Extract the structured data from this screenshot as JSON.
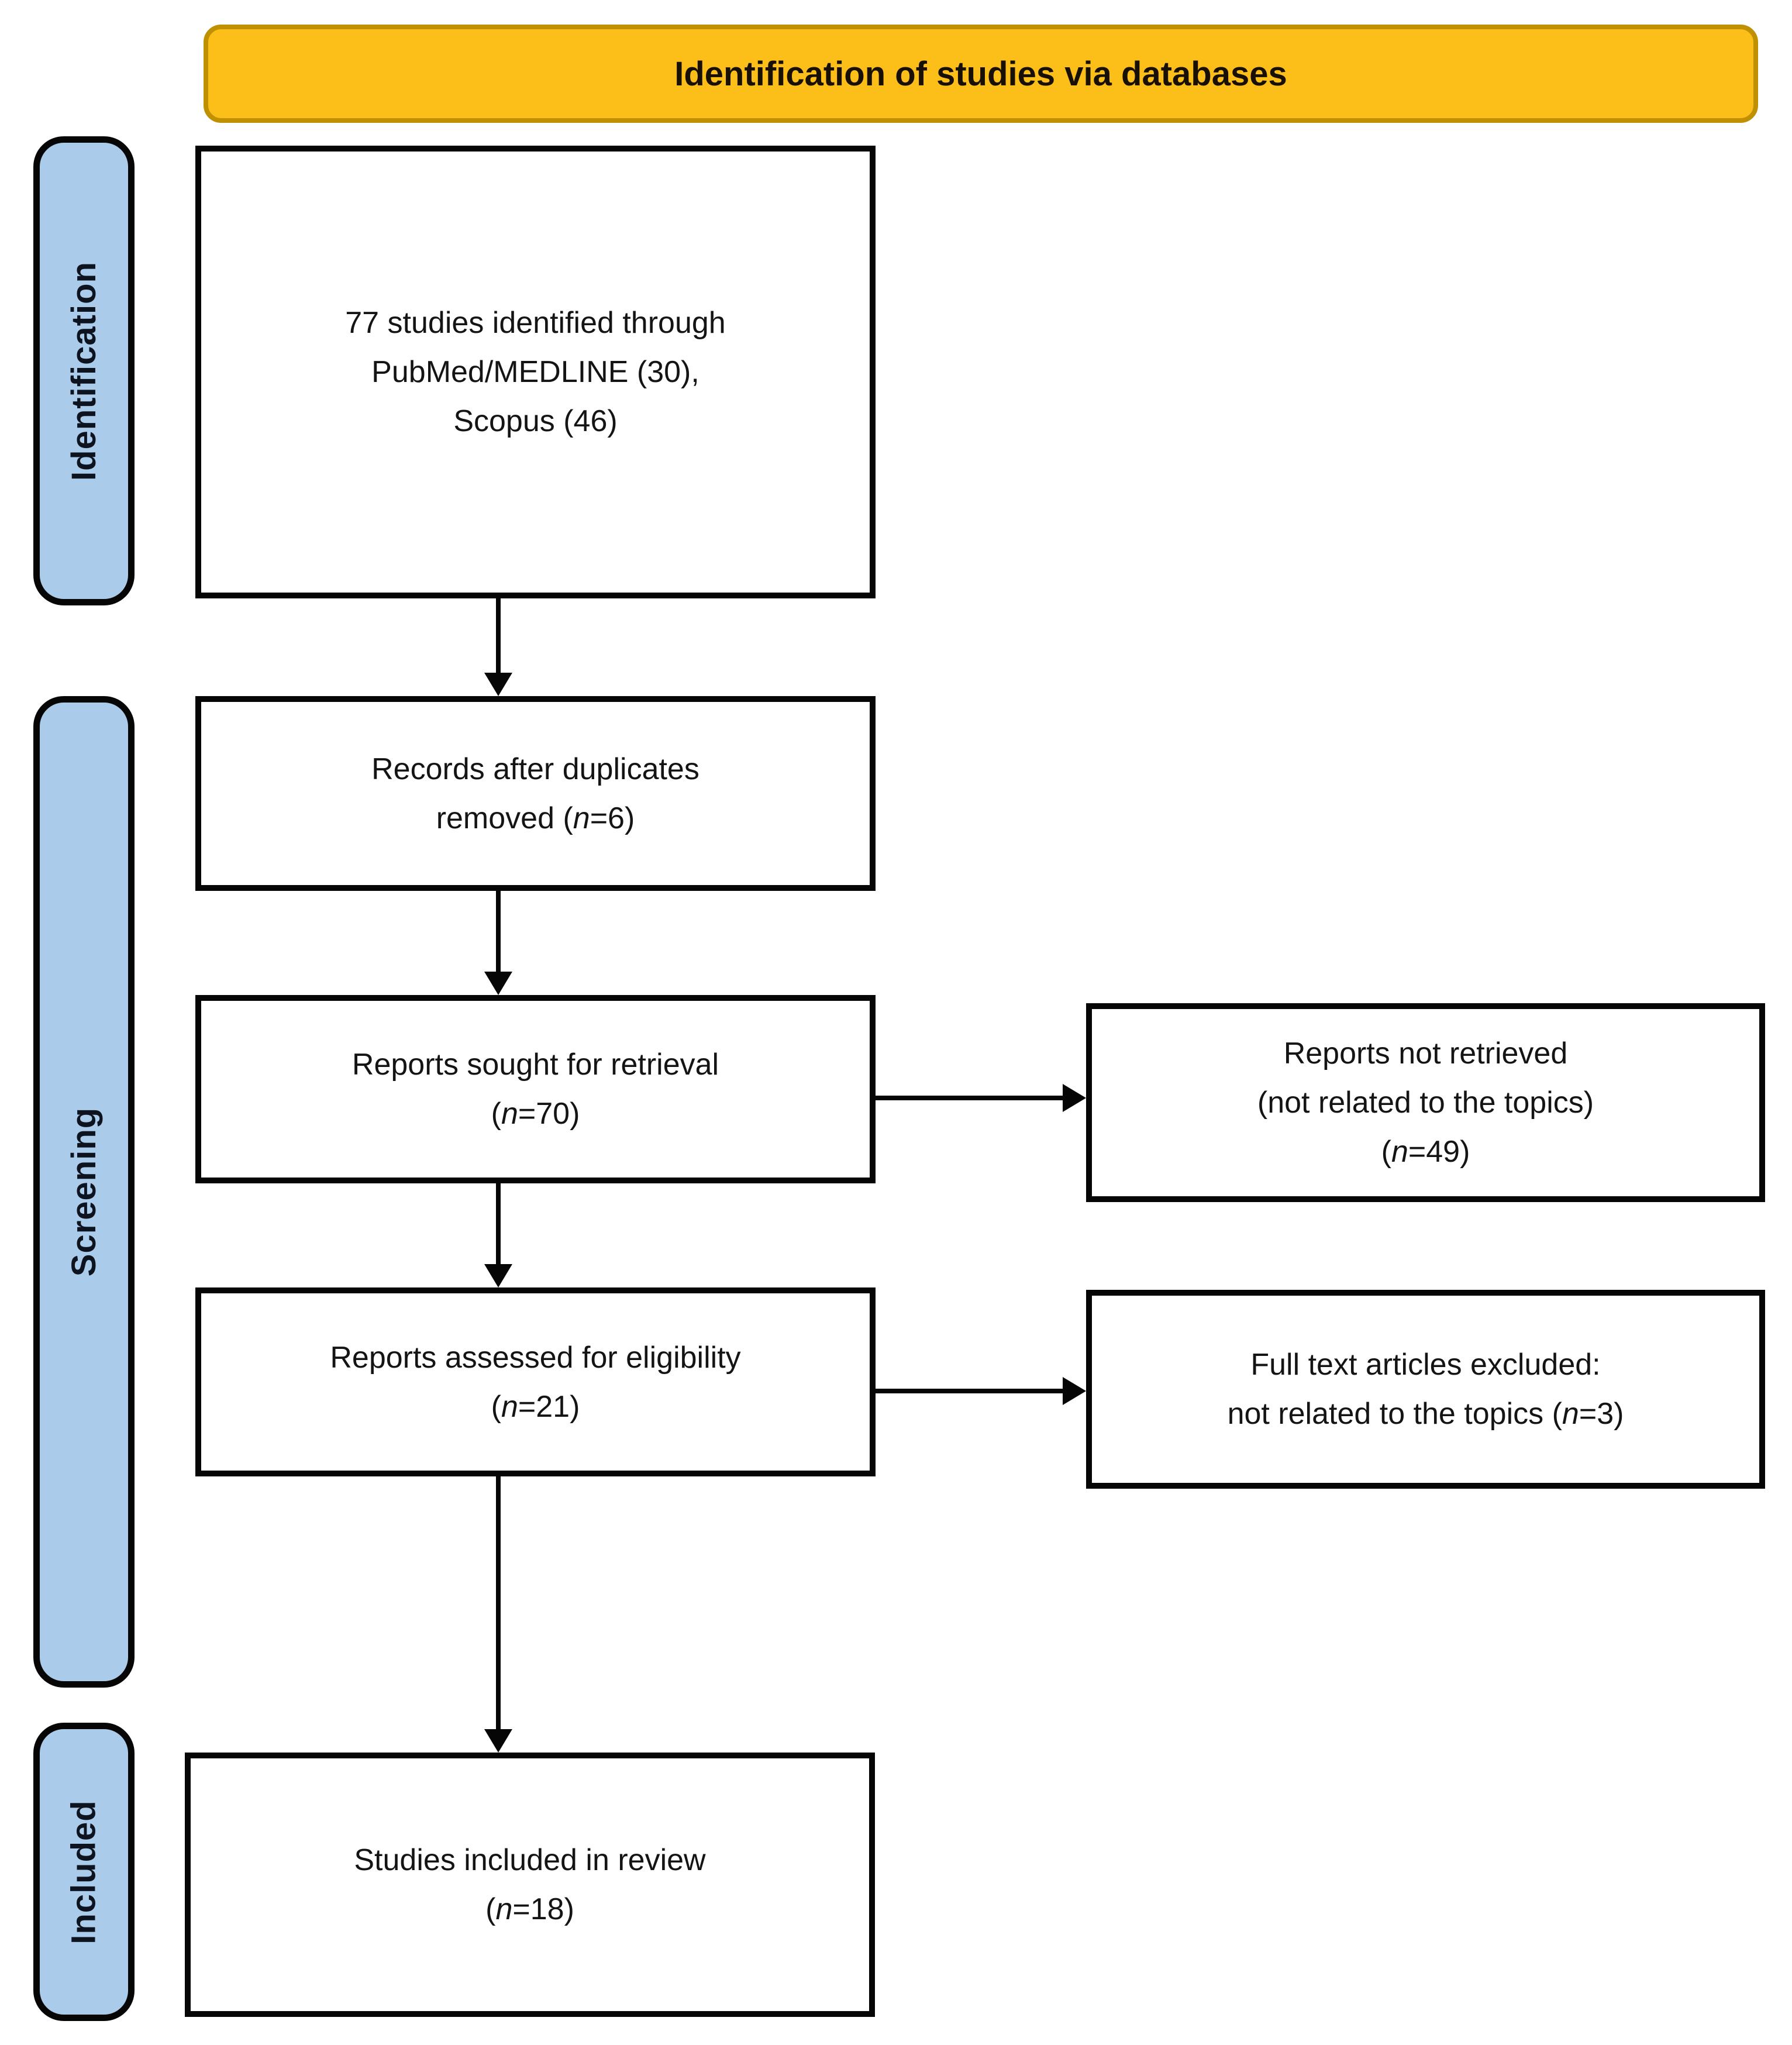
{
  "banner": {
    "title": "Identification of studies via databases"
  },
  "stages": {
    "identification": {
      "label": "Identification"
    },
    "screening": {
      "label": "Screening"
    },
    "included": {
      "label": "Included"
    }
  },
  "flow": {
    "identified": {
      "line1": "77 studies identified through",
      "line2": "PubMed/MEDLINE (30),",
      "line3": "Scopus (46)"
    },
    "deduplicated": {
      "line1": "Records after duplicates",
      "line2_pre": "removed (",
      "n": "n",
      "line2_post": "=6)"
    },
    "sought": {
      "line1": "Reports sought for retrieval",
      "line2_pre": "(",
      "n": "n",
      "line2_post": "=70)"
    },
    "assessed": {
      "line1": "Reports assessed for eligibility",
      "line2_pre": "(",
      "n": "n",
      "line2_post": "=21)"
    },
    "included_in_review": {
      "line1": "Studies included in review",
      "line2_pre": "(",
      "n": "n",
      "line2_post": "=18)"
    },
    "not_retrieved": {
      "line1": "Reports not retrieved",
      "line2": "(not related to the topics)",
      "line3_pre": "(",
      "n": "n",
      "line3_post": "=49)"
    },
    "full_text_excluded": {
      "line1": "Full text articles excluded:",
      "line2_pre": "not related to the topics (",
      "n": "n",
      "line2_post": "=3)"
    }
  },
  "colors": {
    "banner_fill": "#FCBF1A",
    "banner_border": "#BF9000",
    "stage_fill": "#AACBE9",
    "stage_border": "#000000",
    "box_border": "#000000",
    "arrow": "#000000",
    "text": "#1A1A1A"
  }
}
